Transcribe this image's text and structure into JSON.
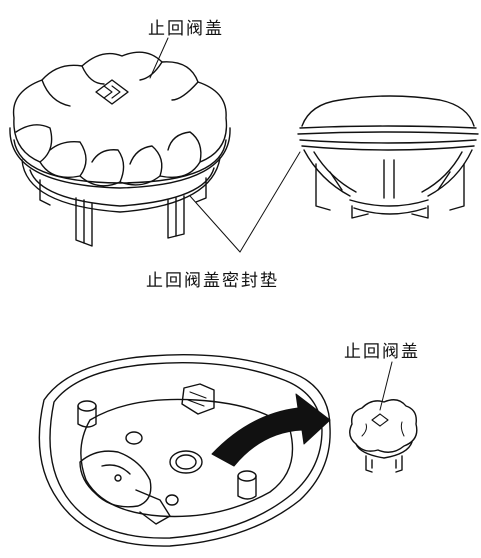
{
  "labels": {
    "check_valve_cap_top": "止回阀盖",
    "check_valve_cap_gasket": "止回阀盖密封垫",
    "check_valve_cap_small": "止回阀盖"
  },
  "colors": {
    "line": "#111111",
    "arrow": "#111111",
    "background": "#ffffff"
  }
}
